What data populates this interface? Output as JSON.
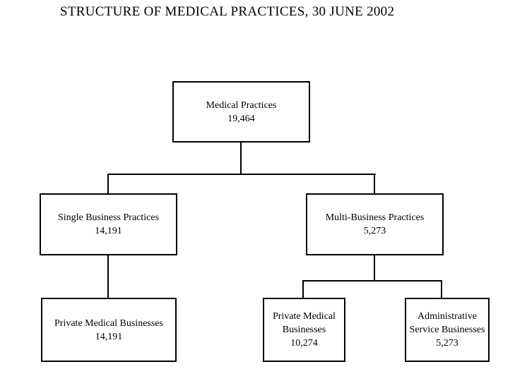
{
  "title": "STRUCTURE OF MEDICAL PRACTICES, 30 JUNE 2002",
  "tree": {
    "root": {
      "label": "Medical Practices",
      "value": "19,464",
      "children": [
        {
          "label": "Single Business Practices",
          "value": "14,191",
          "children": [
            {
              "label": "Private Medical Businesses",
              "value": "14,191"
            }
          ]
        },
        {
          "label": "Multi-Business Practices",
          "value": "5,273",
          "children": [
            {
              "label": "Private Medical Businesses",
              "value": "10,274"
            },
            {
              "label": "Administrative Service Businesses",
              "value": "5,273"
            }
          ]
        }
      ]
    }
  },
  "colors": {
    "background": "#ffffff",
    "line": "#000000",
    "text": "#000000"
  }
}
